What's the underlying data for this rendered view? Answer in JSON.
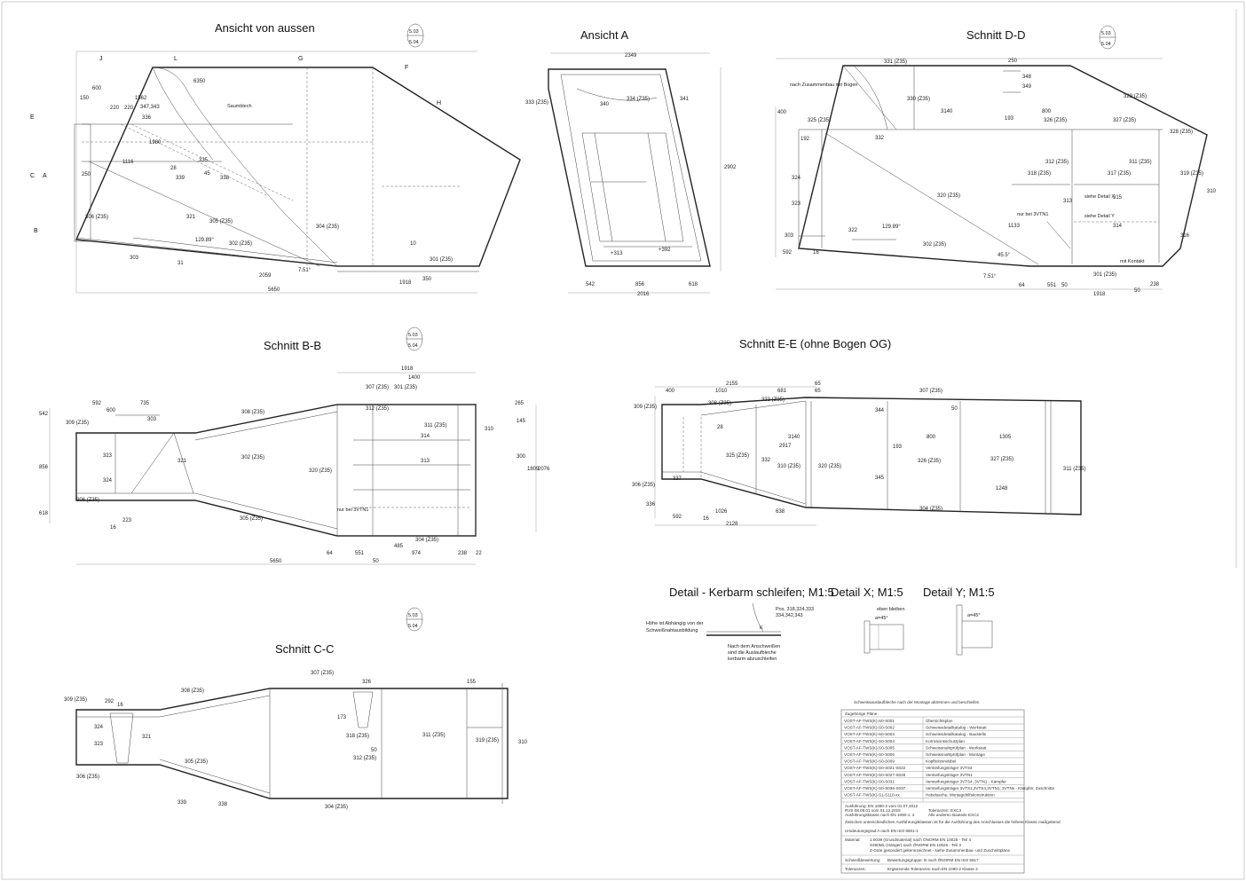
{
  "views": {
    "ansicht_aussen": {
      "title": "Ansicht von aussen",
      "dims": [
        "6350",
        "600",
        "150",
        "1562",
        "220",
        "220",
        "347,343",
        "336",
        "1980",
        "1116",
        "250",
        "303",
        "2059",
        "5650",
        "1918",
        "350",
        "10",
        "31",
        "7.51°",
        "129.89°"
      ],
      "parts": [
        "306 (Z35)",
        "305 (Z35)",
        "304 (Z35)",
        "302 (Z35)",
        "301 (Z35)",
        "321",
        "339",
        "338",
        "335",
        "28",
        "45",
        "336"
      ],
      "section_marks": [
        "J",
        "L",
        "G",
        "F",
        "H",
        "E",
        "C",
        "A",
        "B"
      ],
      "notes": [
        "Saumblech"
      ]
    },
    "ansicht_a": {
      "title": "Ansicht A",
      "dims": [
        "2349",
        "2902",
        "542",
        "856",
        "618",
        "2016",
        "+313",
        "+392"
      ],
      "parts": [
        "333 (Z35)",
        "340",
        "334 (Z35)",
        "341"
      ]
    },
    "schnitt_dd": {
      "title": "Schnitt D-D",
      "dims": [
        "3140",
        "800",
        "250",
        "348",
        "349",
        "400",
        "592",
        "16",
        "1133",
        "64",
        "551",
        "50",
        "1918",
        "238",
        "50",
        "7.51°",
        "129.89°",
        "45.5°"
      ],
      "parts": [
        "331 (Z35)",
        "325 (Z35)",
        "329 (Z35)",
        "328 (Z35)",
        "330 (Z35)",
        "326 (Z35)",
        "327 (Z35)",
        "312 (Z35)",
        "311 (Z35)",
        "317 (Z35)",
        "319 (Z35)",
        "318 (Z35)",
        "320 (Z35)",
        "302 (Z35)",
        "301 (Z35)",
        "303",
        "310",
        "316",
        "315",
        "314",
        "313",
        "322",
        "323",
        "324",
        "332",
        "192",
        "193"
      ],
      "notes": [
        "nach Zusammenbau mit Bogen",
        "nur bei 3VTN1",
        "siehe Detail X",
        "siehe Detail Y",
        "mit Kontakt"
      ]
    },
    "schnitt_bb": {
      "title": "Schnitt B-B",
      "dims": [
        "1918",
        "1400",
        "5650",
        "2076",
        "856",
        "592",
        "600",
        "735",
        "542",
        "618",
        "223",
        "16",
        "64",
        "551",
        "485",
        "974",
        "238",
        "22",
        "50",
        "300",
        "1809",
        "265",
        "145"
      ],
      "parts": [
        "309 (Z35)",
        "303",
        "308 (Z35)",
        "307 (Z35)",
        "301 (Z35)",
        "302 (Z35)",
        "320 (Z35)",
        "312 (Z35)",
        "311 (Z35)",
        "306 (Z35)",
        "305 (Z35)",
        "304 (Z35)",
        "310",
        "313",
        "314",
        "321",
        "323",
        "324"
      ],
      "notes": [
        "nur bei 3VTN1"
      ]
    },
    "schnitt_ee": {
      "title": "Schnitt E-E (ohne Bogen OG)",
      "dims": [
        "2155",
        "400",
        "1010",
        "681",
        "65",
        "3140",
        "2917",
        "800",
        "1305",
        "1248",
        "592",
        "1026",
        "638",
        "2128",
        "16",
        "65",
        "50",
        "193"
      ],
      "parts": [
        "309 (Z35)",
        "308 (Z35)",
        "333 (Z35)",
        "307 (Z35)",
        "325 (Z35)",
        "332",
        "310 (Z35)",
        "320 (Z35)",
        "326 (Z35)",
        "327 (Z35)",
        "311 (Z35)",
        "306 (Z35)",
        "304 (Z35)",
        "337",
        "336",
        "344",
        "345",
        "28"
      ]
    },
    "schnitt_cc": {
      "title": "Schnitt C-C",
      "dims": [
        "292",
        "16",
        "326",
        "155",
        "173",
        "50"
      ],
      "parts": [
        "309 (Z35)",
        "308 (Z35)",
        "307 (Z35)",
        "306 (Z35)",
        "305 (Z35)",
        "304 (Z35)",
        "318 (Z35)",
        "312 (Z35)",
        "311 (Z35)",
        "319 (Z35)",
        "324",
        "323",
        "321",
        "339",
        "338",
        "310"
      ]
    },
    "detail_kerbarm": {
      "title": "Detail - Kerbarm schleifen; M1:5",
      "texts": [
        "Pos. 318,324,333",
        "334,342,343",
        "Höhe ist Abhängig von der",
        "Schweißnahtausbildung",
        "Nach dem Anschweißen",
        "sind die Auslaufbleche",
        "kerbarm abzuschleifen",
        "K"
      ]
    },
    "detail_x": {
      "title": "Detail X; M1:5",
      "texts": [
        "eben bleiben",
        "a=45°"
      ]
    },
    "detail_y": {
      "title": "Detail Y; M1:5",
      "texts": [
        "a=45°"
      ]
    }
  },
  "section_refs": [
    "5.03",
    "5.04"
  ],
  "title_block": {
    "header": "Schweissauslaufbleche nach der Montage abtrennen und beschleifen",
    "plans_heading": "Zugehörige Pläne",
    "plans": [
      [
        "VOST-AF-TWS(K)-S0-S001",
        "Übersichtsplan"
      ],
      [
        "VOST-AF-TWS(K)-S0-S002",
        "Schweissdetailkatalog - Werkstatt"
      ],
      [
        "VOST-AF-TWS(K)-S0-S003",
        "Schweissdetailkatalog - Baustelle"
      ],
      [
        "VOST-AF-TWS(K)-S0-S004",
        "Korrosionsschutzplan"
      ],
      [
        "VOST-AF-TWS(K)-S0-S005",
        "Schweissnahtprüfplan - Werkstatt"
      ],
      [
        "VOST-AF-TWS(K)-S0-S006",
        "Schweissnahtprüfplan - Montage"
      ],
      [
        "VOST-AF-TWS(K)-S0-S009",
        "Kopfbolzendübel"
      ],
      [
        "VOST-AF-TWS(K)-S0-S021-S022",
        "Versteifungsträger 3VTS4"
      ],
      [
        "VOST-AF-TWS(K)-S0-S027-S028",
        "Versteifungsträger 3VTN1"
      ],
      [
        "VOST-AF-TWS(K)-S0-S031",
        "Versteifungsträger 3VTS4, 3VTN1 - Kämpfer"
      ],
      [
        "VOST-AF-TWS(K)-S0-S036-S037",
        "Versteifungsträger 3VTS1,3VTS4,3VTN1; 3VTNs - Kämpfer, Zuschnitte"
      ],
      [
        "VOST-AF-TWS(K)-S1-S110-xx",
        "Hebelasche, Montagehilfskonstruktion"
      ]
    ],
    "notes": [
      "Ausführung: EN 1090-2 vom 01.07.2012",
      "RVS 08.08.01 vom 01.12.2015",
      "Ausführungsklasse nach EN 1090-1: 2",
      "Toleranzen: EXC3",
      "Alle anderen Bauteile EXC2",
      "Zwischen unterschiedlichen Ausführungsklassen ist für die Ausführung des Anschlusses die höhere Klasse maßgebend",
      "Umdeutungsgrad A nach EN ISO 8501-1"
    ],
    "materials_label": "Material:",
    "materials": [
      "1.0039 (Grundmaterial)   nach ÖNORM EN 10025 - Teil 4",
      "S460ML (Hänger)   nach ÖNORM EN 10025 - Teil 3",
      "Z-Güte gesondert gekennzeichnet - siehe Zusammenbau- und Zuschnittpläne"
    ],
    "quality_label": "Schweißbewertung:",
    "quality": "Bewertungsgruppe: B nach ÖNORM EN ISO 5817",
    "tolerance_label": "Toleranzen:",
    "tolerance": "Ergänzende Toleranzen nach EN 1090-2 Klasse 2"
  }
}
